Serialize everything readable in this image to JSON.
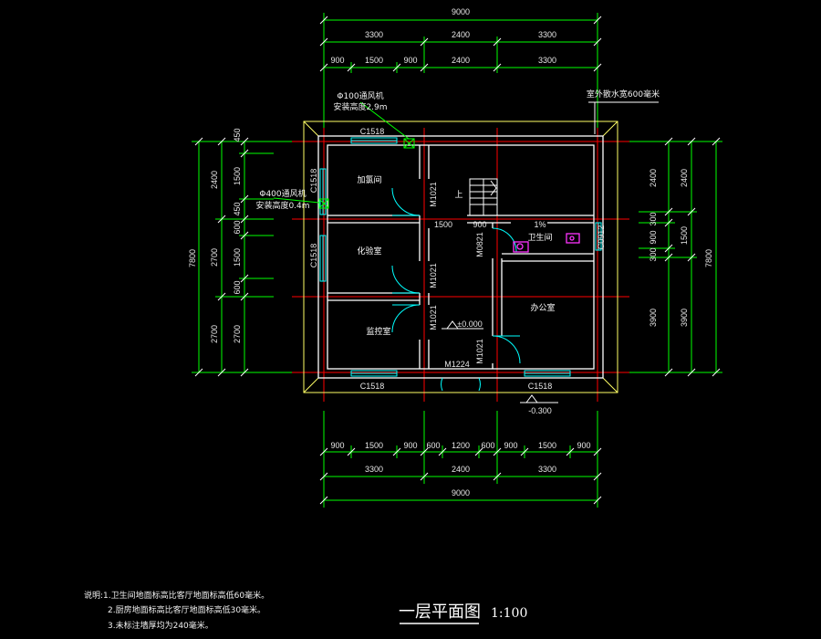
{
  "drawing": {
    "title": "一层平面图",
    "scale": "1:100"
  },
  "top_dims": {
    "overall": "9000",
    "row2": [
      "3300",
      "2400",
      "3300"
    ],
    "row3": [
      "900",
      "1500",
      "900",
      "2400",
      "3300"
    ]
  },
  "bottom_dims": {
    "row1": [
      "900",
      "1500",
      "900",
      "600",
      "1200",
      "600",
      "900",
      "1500",
      "900"
    ],
    "row2": [
      "3300",
      "2400",
      "3300"
    ],
    "overall": "9000"
  },
  "left_dims": {
    "overall": "7800",
    "outer": [
      "2400",
      "2700",
      "2700"
    ],
    "inner": [
      "450",
      "1500",
      "450",
      "600",
      "1500",
      "600",
      "2700"
    ]
  },
  "right_dims": {
    "overall": "7800",
    "outer": [
      "2400",
      "1500",
      "3900"
    ],
    "inner": [
      "2400",
      "300",
      "900",
      "300",
      "3900"
    ]
  },
  "rooms": {
    "room1": "加氯间",
    "room2": "化验室",
    "room3": "监控室",
    "room4": "办公室",
    "toilet": "卫生间"
  },
  "openings": {
    "win_top": "C1518",
    "win_left1": "C1518",
    "win_left2": "C1518",
    "win_bottom_left": "C1518",
    "win_bottom_right": "C1518",
    "win_toilet": "C0912",
    "door1": "M1021",
    "door2": "M1021",
    "door3": "M1021",
    "door4": "M1021",
    "door_toilet": "M0821",
    "door_main": "M1224"
  },
  "interior_dims": {
    "d1500": "1500",
    "d900": "900",
    "slope": "1%",
    "stair_up": "上"
  },
  "annotations": {
    "fan_top_1": "Φ100通风机",
    "fan_top_2": "安装高度2.9m",
    "fan_left_1": "Φ400通风机",
    "fan_left_2": "安装高度0.4m",
    "outdoor_1": "室外散水宽600毫米",
    "level_floor": "±0.000",
    "level_out": "-0.300"
  },
  "notes": [
    "说明:1.卫生间地面标高比客厅地面标高低60毫米。",
    "2.厨房地面标高比客厅地面标高低30毫米。",
    "3.未标注墙厚均为240毫米。"
  ],
  "colors": {
    "wall": "#ffffff",
    "dim_line": "#00ff00",
    "axis": "#ff0000",
    "outline": "#ffff66",
    "window": "#00ffff",
    "fixture": "#ff33ff"
  }
}
